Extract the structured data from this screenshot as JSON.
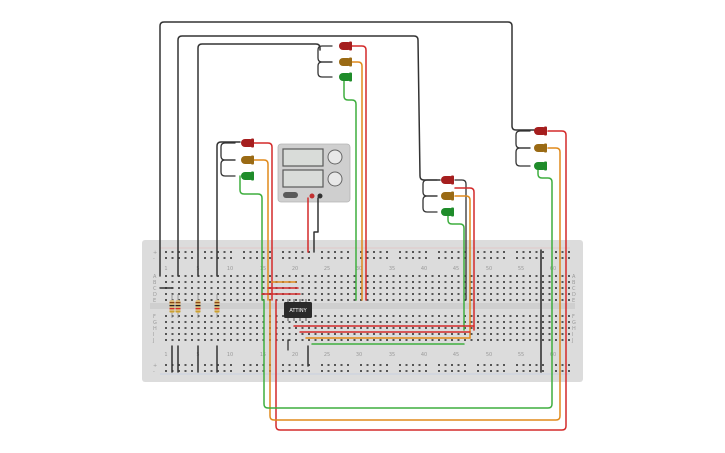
{
  "app": {
    "canvas": "Circuit workspace"
  },
  "breadboard": {
    "column_numbers_top": [
      "1",
      "5",
      "10",
      "15",
      "20",
      "25",
      "30",
      "35",
      "40",
      "45",
      "50",
      "55",
      "60"
    ],
    "column_numbers_bottom": [
      "1",
      "5",
      "10",
      "15",
      "20",
      "25",
      "30",
      "35",
      "40",
      "45",
      "50",
      "55",
      "60"
    ],
    "row_letters_left_top": [
      "A",
      "B",
      "C",
      "D",
      "E"
    ],
    "row_letters_left_bottom": [
      "F",
      "G",
      "H",
      "I",
      "J"
    ],
    "row_letters_right_top": [
      "A",
      "B",
      "C",
      "D",
      "E"
    ],
    "row_letters_right_bottom": [
      "F",
      "G",
      "H",
      "I",
      "J"
    ],
    "rail_symbols": [
      "+",
      "-"
    ]
  },
  "chip": {
    "label": "ATTINY"
  },
  "power_supply": {
    "readouts": [
      "",
      ""
    ]
  },
  "led_groups": [
    {
      "name": "led-group-top-center",
      "colors": [
        "red",
        "yellow",
        "green"
      ]
    },
    {
      "name": "led-group-left",
      "colors": [
        "red",
        "yellow",
        "green"
      ]
    },
    {
      "name": "led-group-center-right",
      "colors": [
        "red",
        "yellow",
        "green"
      ]
    },
    {
      "name": "led-group-right",
      "colors": [
        "red",
        "yellow",
        "green"
      ]
    }
  ],
  "colors": {
    "breadboard": "#dcdcdc",
    "hole": "#555555",
    "wire_black": "#333333",
    "wire_red": "#d42a2a",
    "wire_orange": "#e08a1c",
    "wire_green": "#3fae3f",
    "led_red": "#a51e1e",
    "led_yellow": "#9a6a14",
    "led_green": "#1f8c2a",
    "chip": "#2b2b2b",
    "power_supply": "#cfcfcf"
  }
}
